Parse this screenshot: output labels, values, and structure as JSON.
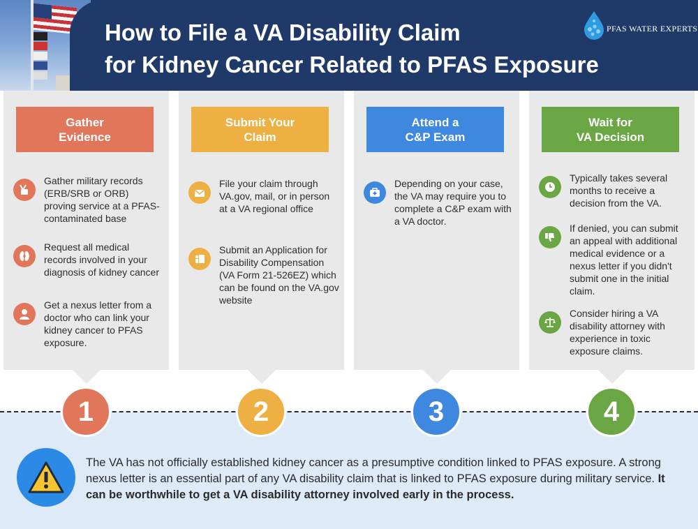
{
  "header": {
    "title_line1": "How to File a VA Disability Claim",
    "title_line2": "for Kidney Cancer Related to PFAS Exposure",
    "brand": "PFAS WATER EXPERTS"
  },
  "colors": {
    "header_bg": "#1f3a68",
    "step1": "#e2765a",
    "step2": "#efb043",
    "step3": "#3f88e0",
    "step4": "#6aa744",
    "card_bg": "#e9e9e9",
    "note_bg": "#deeaf8"
  },
  "steps": [
    {
      "title": "Gather\nEvidence",
      "number": "1",
      "items": [
        {
          "icon": "military-records-icon",
          "text": "Gather military records (ERB/SRB or ORB) proving service at a PFAS-contaminated base"
        },
        {
          "icon": "kidney-icon",
          "text": "Request all medical records involved in your diagnosis of kidney cancer"
        },
        {
          "icon": "doctor-icon",
          "text": "Get a nexus letter from a doctor who can link your kidney cancer to PFAS exposure."
        }
      ]
    },
    {
      "title": "Submit Your\nClaim",
      "number": "2",
      "items": [
        {
          "icon": "send-mail-icon",
          "text": "File your claim through VA.gov, mail, or in person at a VA regional office"
        },
        {
          "icon": "application-form-icon",
          "text": "Submit an Application for Disability Compensation (VA Form 21-526EZ) which can be found on the VA.gov website"
        }
      ]
    },
    {
      "title": "Attend a\nC&P Exam",
      "number": "3",
      "items": [
        {
          "icon": "medical-kit-icon",
          "text": "Depending on your case, the VA may require you to complete a C&P exam with a VA doctor."
        }
      ]
    },
    {
      "title": "Wait for\nVA Decision",
      "number": "4",
      "items": [
        {
          "icon": "clock-icon",
          "text": "Typically takes several months to receive a decision from the VA."
        },
        {
          "icon": "thumbs-down-icon",
          "text": "If denied, you can submit an appeal with additional medical evidence or a nexus letter if you didn't submit one in the initial claim."
        },
        {
          "icon": "scales-icon",
          "text": "Consider hiring a VA disability attorney with experience in toxic exposure claims."
        }
      ]
    }
  ],
  "note": {
    "text": "The VA has not officially established kidney cancer as a presumptive condition linked to PFAS exposure. A strong nexus letter is an essential part of any VA disability claim that is linked to PFAS exposure during military service. ",
    "bold": "It can be worthwhile to get a VA disability attorney involved early in the process.",
    "icon": "warning-icon"
  }
}
